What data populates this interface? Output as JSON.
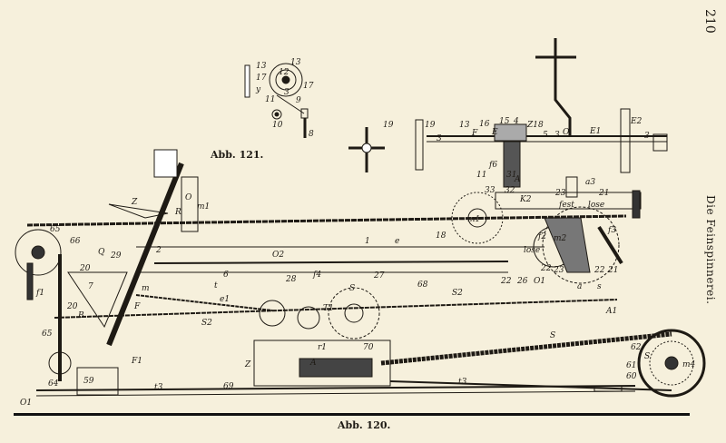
{
  "page": {
    "page_number": "210",
    "running_head": "Die Feinspinnerei.",
    "caption_small": "Abb. 121.",
    "caption_main": "Abb. 120."
  },
  "labels_fig121": [
    "13",
    "17",
    "y",
    "13",
    "12",
    "3",
    "17",
    "11",
    "9",
    "10",
    "8"
  ],
  "labels_fig120": [
    "19",
    "19",
    "3",
    "13",
    "F",
    "16",
    "E",
    "15",
    "4",
    "Z18",
    "5",
    "3",
    "O",
    "E1",
    "E2",
    "3",
    "11",
    "f6",
    "31",
    "33",
    "32",
    "A",
    "a3",
    "23",
    "21",
    "K2",
    "fest",
    "lose",
    "m1",
    "f2",
    "m2",
    "f3",
    "lose",
    "22",
    "26",
    "O1",
    "22",
    "23",
    "22",
    "21",
    "a",
    "s",
    "Z",
    "R",
    "O",
    "m1",
    "65",
    "66",
    "Q",
    "29",
    "2",
    "20",
    "f1",
    "7",
    "20",
    "B",
    "m",
    "F",
    "e1",
    "S2",
    "6",
    "t",
    "O2",
    "28",
    "f4",
    "27",
    "S",
    "T1",
    "r1",
    "68",
    "S2",
    "A1",
    "70",
    "Z",
    "A",
    "S",
    "62",
    "S",
    "61",
    "60",
    "m4",
    "65",
    "64",
    "59",
    "F1",
    "O1",
    "t3",
    "69",
    "t3",
    "18",
    "e",
    "1"
  ],
  "colors": {
    "paper": "#f6f0dc",
    "ink": "#1e1a14"
  }
}
